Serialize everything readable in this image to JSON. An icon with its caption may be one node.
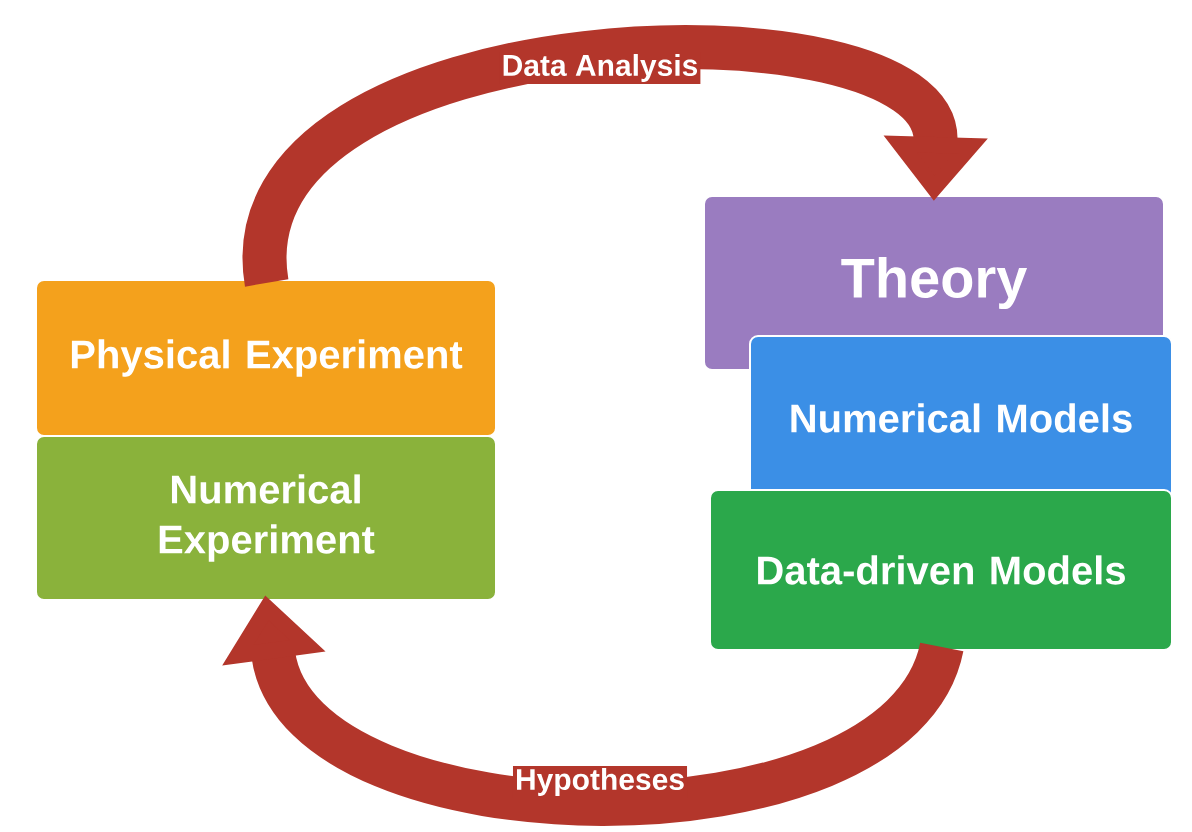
{
  "diagram": {
    "nodes": [
      {
        "text": [
          "Physical Experiment"
        ]
      },
      {
        "text": [
          "Numerical Experiment"
        ]
      },
      {
        "text": [
          "Theory"
        ]
      },
      {
        "text": [
          "Numerical Models"
        ]
      },
      {
        "text": [
          "Data-driven Models"
        ]
      }
    ],
    "edges": [
      {
        "from": 0,
        "to": 2,
        "arrow": "to",
        "label": "Data Analysis"
      },
      {
        "from": 4,
        "to": 1,
        "arrow": "to",
        "label": "Hypotheses"
      }
    ]
  }
}
